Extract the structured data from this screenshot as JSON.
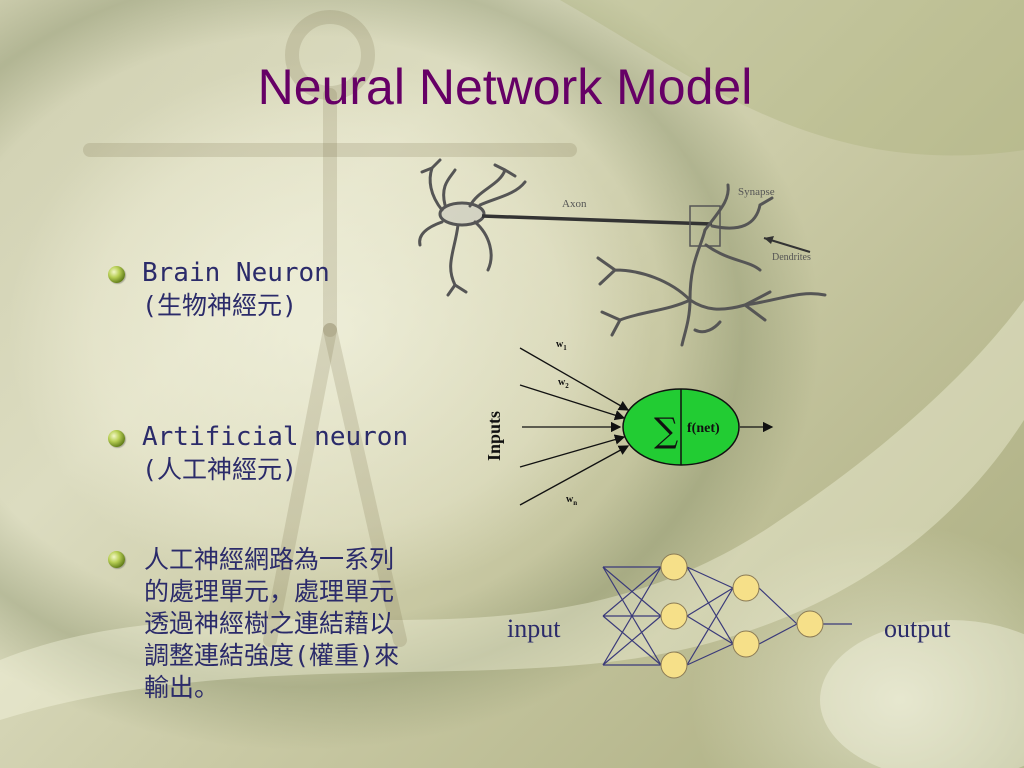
{
  "slide": {
    "title": "Neural Network Model"
  },
  "bullets": [
    {
      "lines": [
        "Brain Neuron",
        "(生物神經元)"
      ]
    },
    {
      "lines": [
        "Artificial neuron",
        "(人工神經元)"
      ]
    },
    {
      "lines": [
        "人工神經網路為一系列",
        "的處理單元，處理單元",
        "透過神經樹之連結藉以",
        "調整連結強度(權重)來",
        "輸出。"
      ]
    }
  ],
  "neuron_image": {
    "labels": [
      "Axon",
      "Synapse",
      "Dendrites"
    ]
  },
  "artificial_neuron": {
    "inputs_label": "Inputs",
    "weights": [
      {
        "base": "w",
        "sub": "1"
      },
      {
        "base": "w",
        "sub": "2"
      },
      {
        "base": "w",
        "sub": "n"
      }
    ],
    "sum_symbol": "∑",
    "activation": "f(net)",
    "colors": {
      "body": "#22cc33"
    }
  },
  "network": {
    "input_label": "input",
    "output_label": "output",
    "layers": [
      3,
      2,
      1
    ],
    "node_color": "#f6e089"
  }
}
